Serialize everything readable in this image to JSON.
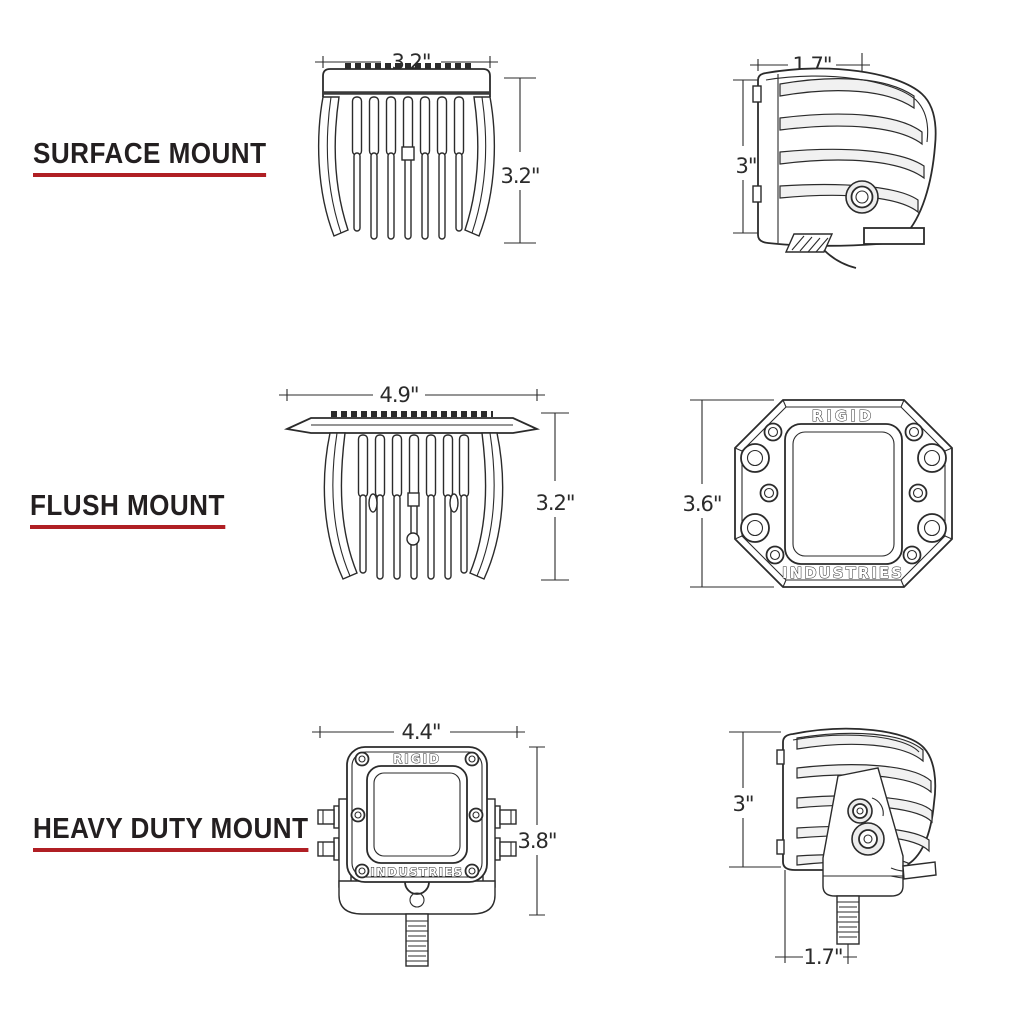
{
  "colors": {
    "accent": "#b01f24",
    "text": "#231f20",
    "line": "#2b2b2b"
  },
  "brand": {
    "name_top": "RIGID",
    "name_bottom": "INDUSTRIES"
  },
  "sections": [
    {
      "label": "SURFACE MOUNT",
      "views": [
        {
          "name": "rear view with cooling fins",
          "dims": {
            "width": "3.2\"",
            "height": "3.2\""
          }
        },
        {
          "name": "side profile view",
          "dims": {
            "width": "1.7\"",
            "height": "3\""
          }
        }
      ]
    },
    {
      "label": "FLUSH MOUNT",
      "views": [
        {
          "name": "rear view with flange and cooling fins",
          "dims": {
            "width": "4.9\"",
            "height": "3.2\""
          }
        },
        {
          "name": "front view with flange",
          "dims": {
            "height": "3.6\""
          }
        }
      ]
    },
    {
      "label": "HEAVY DUTY MOUNT",
      "views": [
        {
          "name": "front view with bracket",
          "dims": {
            "width": "4.4\"",
            "height": "3.8\""
          }
        },
        {
          "name": "side profile view with bracket",
          "dims": {
            "height": "3\"",
            "width": "1.7\""
          }
        }
      ]
    }
  ]
}
